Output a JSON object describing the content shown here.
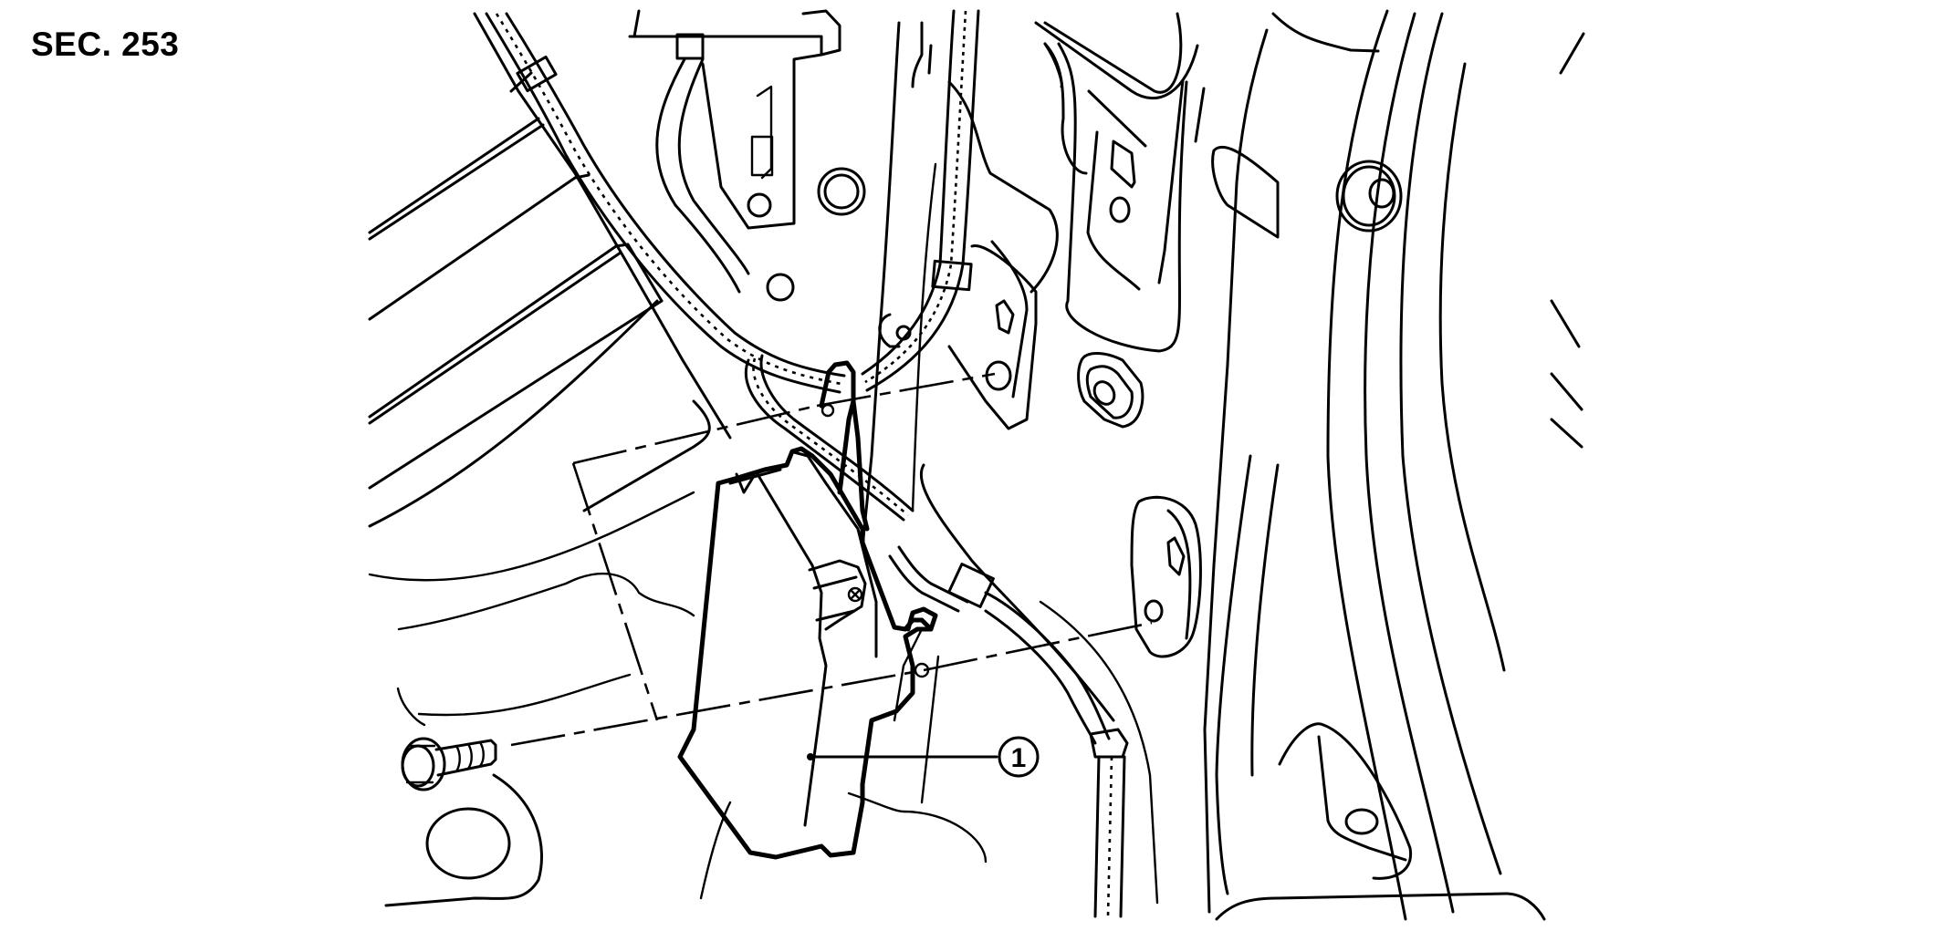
{
  "figure": {
    "section_label": "SEC. 253",
    "callouts": [
      {
        "number": "1",
        "target": "control-unit"
      }
    ]
  },
  "colors": {
    "line": "#000000",
    "background": "#ffffff"
  }
}
